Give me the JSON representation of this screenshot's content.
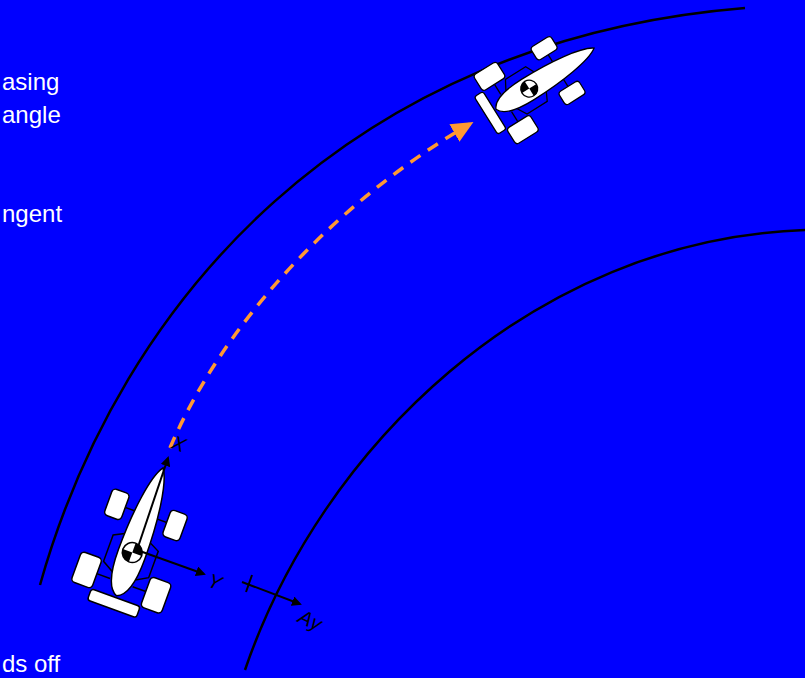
{
  "diagram": {
    "labels": [
      "asing",
      "angle",
      "ngent",
      "ds off",
      "X",
      "Y",
      "Ay"
    ]
  }
}
